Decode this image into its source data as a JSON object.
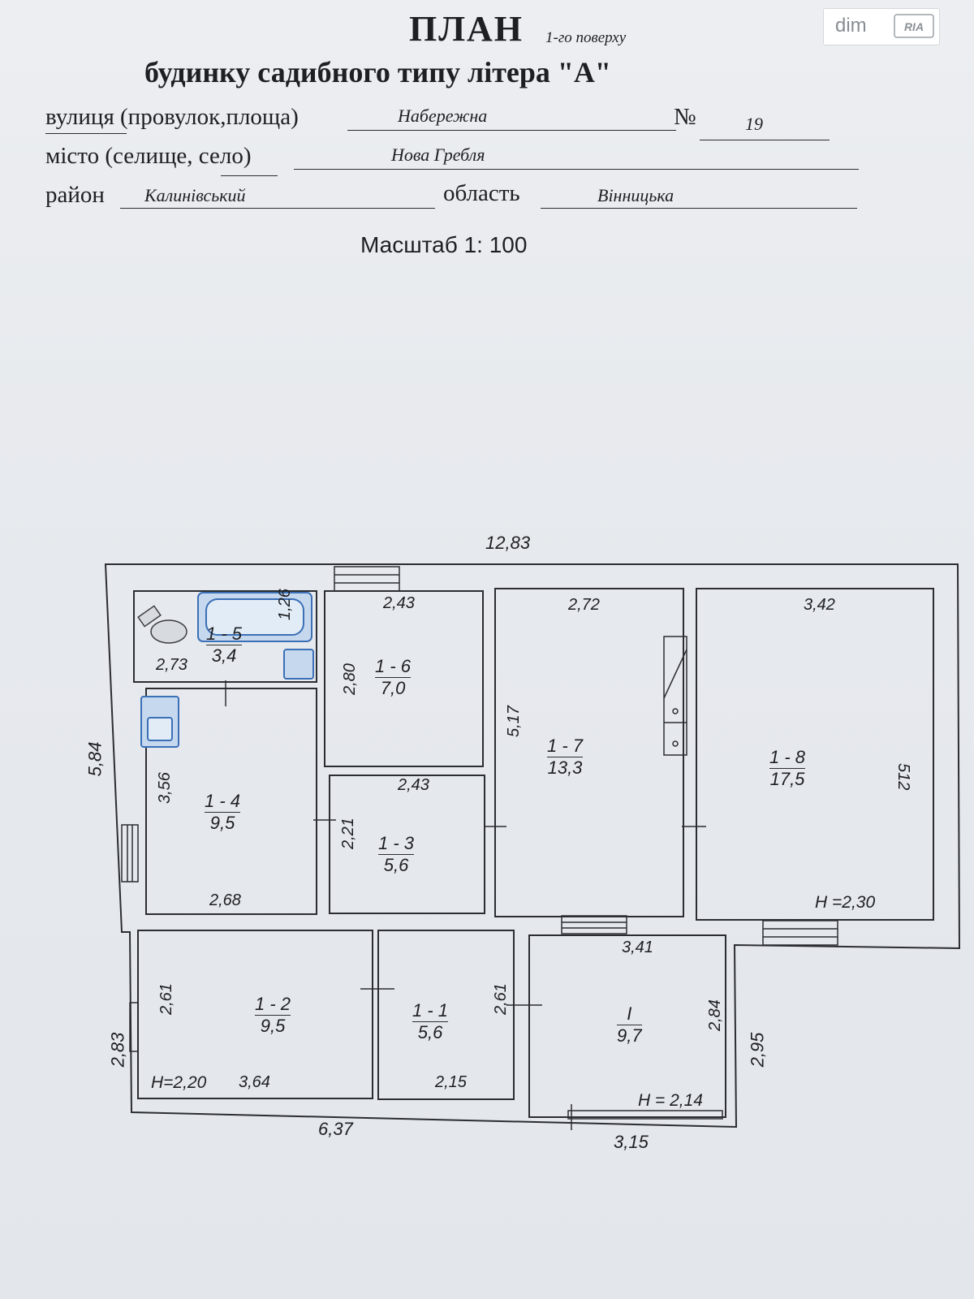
{
  "header": {
    "title": "ПЛАН",
    "title_floor": "1-го поверху",
    "subtitle": "будинку садибного типу літера \"А\""
  },
  "form": {
    "street_label": "вулиця (провулок,площа)",
    "street_value": "Набережна",
    "number_label": "№",
    "number_value": "19",
    "city_label": "місто (селище, село)",
    "city_value": "Нова Гребля",
    "district_label": "район",
    "district_value": "Калинівський",
    "region_label": "область",
    "region_value": "Вінницька"
  },
  "scale": "Масштаб  1: 100",
  "watermark": {
    "text": "dim",
    "logo": "RIA"
  },
  "plan": {
    "overall": {
      "top": "12,83",
      "left_upper": "5,84",
      "left_lower": "2,83",
      "bottom_left": "6,37",
      "right_lower": "2,95",
      "bottom_right": "3,15"
    },
    "rooms": [
      {
        "id": "1 - 5",
        "area": "3,4",
        "dims": [
          "2,73",
          "1,26"
        ]
      },
      {
        "id": "1 - 6",
        "area": "7,0",
        "dims": [
          "2,43",
          "2,80"
        ]
      },
      {
        "id": "1 - 7",
        "area": "13,3",
        "dims": [
          "2,72",
          "5,17"
        ]
      },
      {
        "id": "1 - 8",
        "area": "17,5",
        "dims": [
          "3,42",
          "512"
        ],
        "height": "Н =2,30"
      },
      {
        "id": "1 - 4",
        "area": "9,5",
        "dims": [
          "3,56",
          "2,68"
        ]
      },
      {
        "id": "1 - 3",
        "area": "5,6",
        "dims": [
          "2,43",
          "2,21"
        ]
      },
      {
        "id": "1 - 2",
        "area": "9,5",
        "dims": [
          "2,61",
          "3,64"
        ],
        "height": "Н=2,20"
      },
      {
        "id": "1 - 1",
        "area": "5,6",
        "dims": [
          "2,61",
          "2,15"
        ]
      },
      {
        "id": "I",
        "area": "9,7",
        "dims": [
          "3,41",
          "2,84"
        ],
        "height": "Н = 2,14"
      }
    ]
  }
}
